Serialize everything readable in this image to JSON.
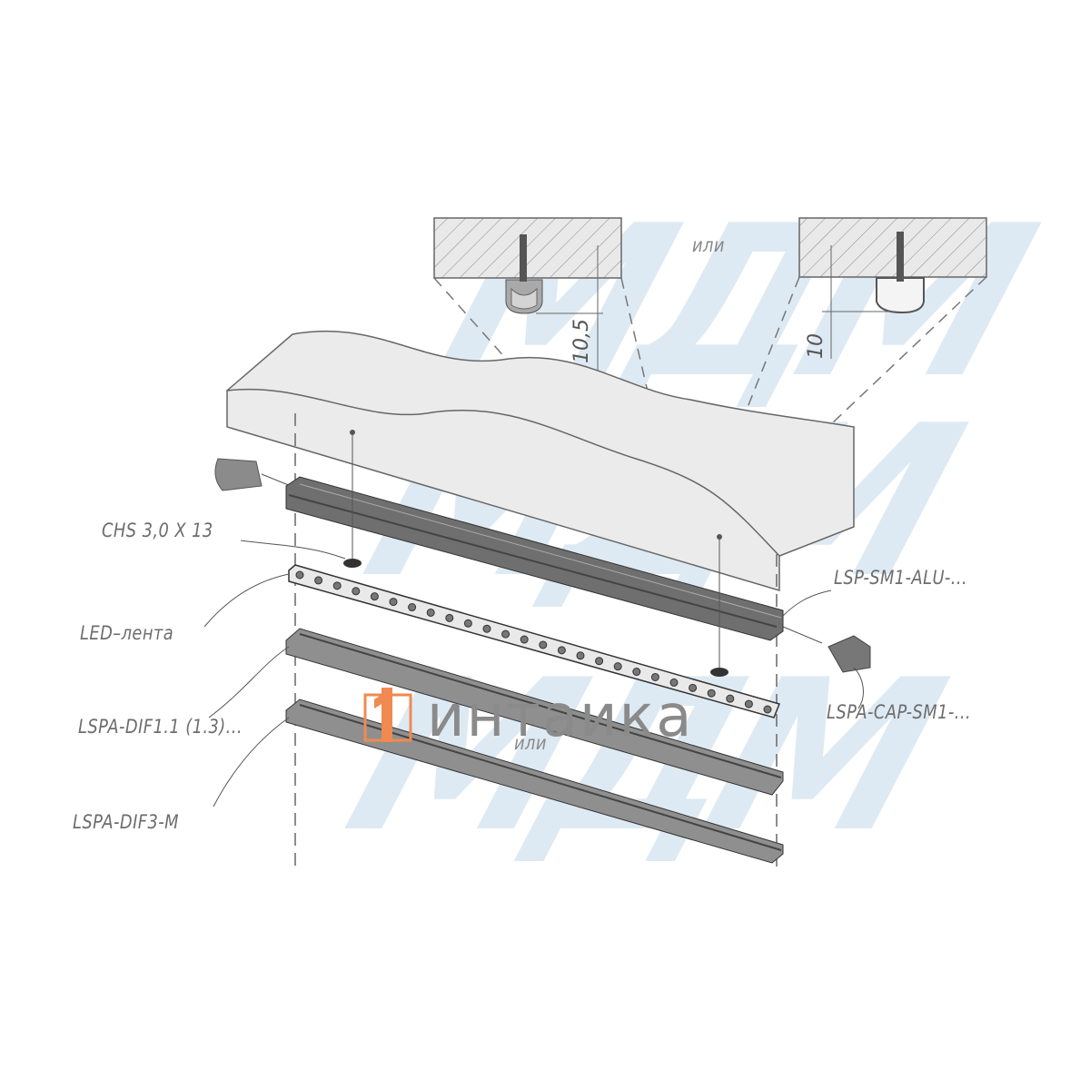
{
  "watermark": "МДМ",
  "logo": {
    "text": "интаика",
    "accent": "#f08a50"
  },
  "section_left": {
    "dimension": "10,5"
  },
  "section_right": {
    "dimension": "10"
  },
  "or_top": "или",
  "or_bottom": "или",
  "labels": {
    "screw": "CHS 3,0 X 13",
    "led": "LED–лента",
    "diffuser1": "LSPA-DIF1.1 (1.3)...",
    "diffuser2": "LSPA-DIF3-M",
    "profile": "LSP-SM1-ALU-...",
    "cap": "LSPA-CAP-SM1-..."
  },
  "colors": {
    "line": "#555555",
    "profile": "#7d7d7d",
    "hatch": "#e6e6e6"
  }
}
